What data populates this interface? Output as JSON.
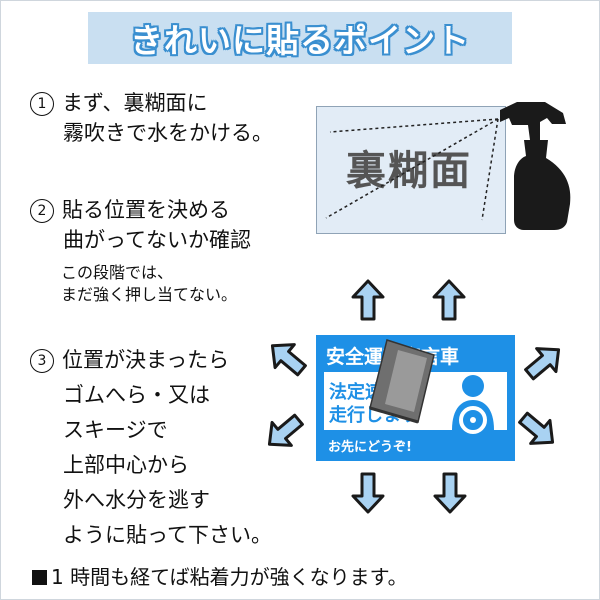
{
  "header": {
    "title": "きれいに貼るポイント"
  },
  "steps": [
    {
      "num": "1",
      "lines": [
        "まず、裏糊面に",
        "霧吹きで水をかける。"
      ]
    },
    {
      "num": "2",
      "lines": [
        "貼る位置を決める",
        "曲がってないか確認"
      ],
      "note": [
        "この段階では、",
        "まだ強く押し当てない。"
      ]
    },
    {
      "num": "3",
      "lines": [
        "位置が決まったら",
        "ゴムへら・又は",
        "スキージで",
        "上部中心から",
        "外へ水分を逃す",
        "ように貼って下さい。"
      ]
    }
  ],
  "footer": {
    "text": "1 時間も経てば粘着力が強くなります。"
  },
  "illustration": {
    "card_label": "裏糊面",
    "sticker": {
      "top": "安全運転宣言車",
      "line1": "法定速度で",
      "line2": "走行します",
      "bottom": "お先にどうぞ!"
    }
  },
  "colors": {
    "header_bg": "#c9dff1",
    "title_outline": "#3a8fd0",
    "sticker_blue": "#1e90e6",
    "arrow_fill": "#a9d2f2"
  },
  "icons": [
    "spray-bottle-icon",
    "squeegee-icon",
    "driver-icon",
    "arrow-icon"
  ]
}
